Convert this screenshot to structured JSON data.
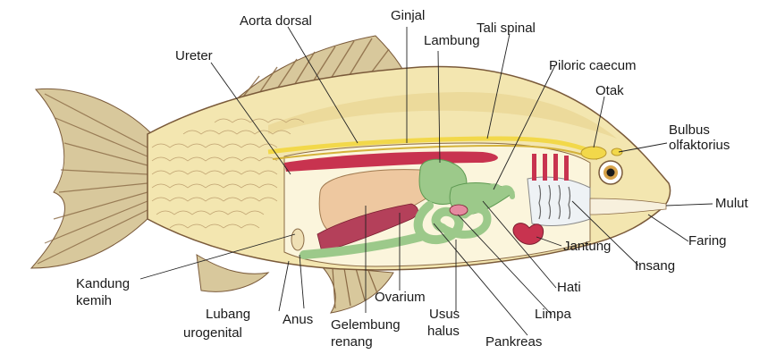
{
  "labels": {
    "aorta_dorsal": "Aorta dorsal",
    "ginjal": "Ginjal",
    "tali_spinal": "Tali spinal",
    "lambung": "Lambung",
    "ureter": "Ureter",
    "piloric_caecum": "Piloric caecum",
    "otak": "Otak",
    "bulbus_line1": "Bulbus",
    "bulbus_line2": "olfaktorius",
    "mulut": "Mulut",
    "faring": "Faring",
    "insang": "Insang",
    "jantung": "Jantung",
    "hati": "Hati",
    "limpa": "Limpa",
    "pankreas": "Pankreas",
    "usus_line1": "Usus",
    "usus_line2": "halus",
    "ovarium": "Ovarium",
    "gelembung_line1": "Gelembung",
    "gelembung_line2": "renang",
    "anus": "Anus",
    "lubang_line1": "Lubang",
    "lubang_line2": "urogenital",
    "kandung_line1": "Kandung",
    "kandung_line2": "kemih"
  },
  "colors": {
    "body": "#f3e6b0",
    "body_shade": "#d9c07a",
    "fins": "#c9b58a",
    "fin_rays": "#7a5a3a",
    "cavity": "#fbf5dc",
    "swim_bladder": "#eec8a0",
    "green_organs": "#9cc98a",
    "green_dark": "#5e9a52",
    "red_organs": "#c8334f",
    "pink": "#e58aa0",
    "ovary": "#b4405a",
    "spinal": "#f2d84a",
    "gill": "#e9eef2"
  }
}
